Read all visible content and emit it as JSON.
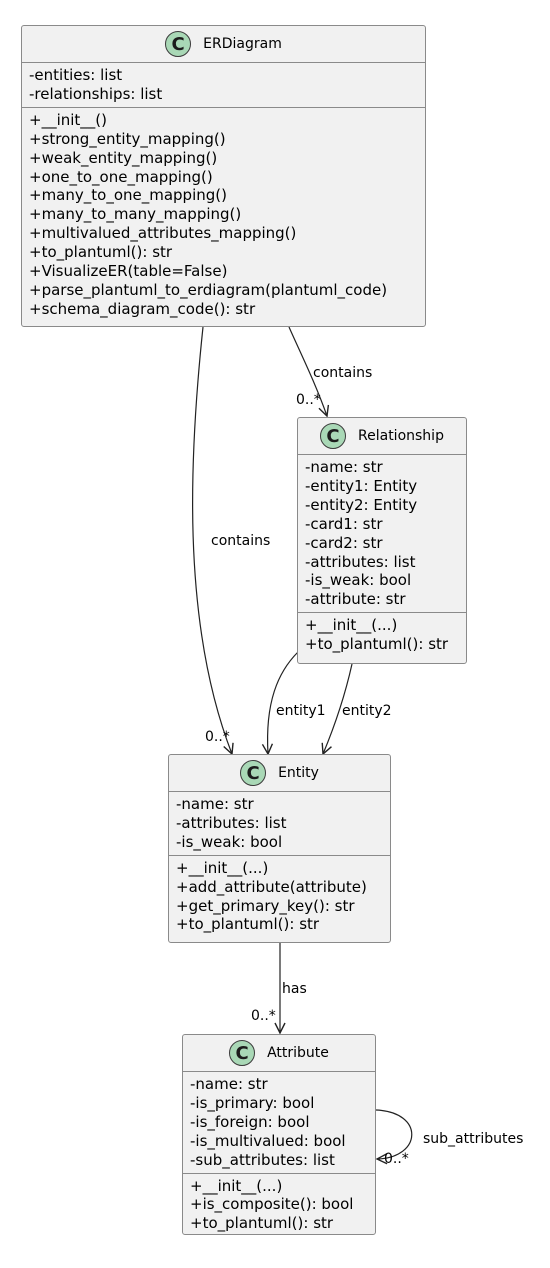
{
  "classes": {
    "erdiagram": {
      "name": "ERDiagram",
      "badge": "C",
      "attributes": [
        "-entities: list",
        "-relationships: list"
      ],
      "methods": [
        "+__init__()",
        "+strong_entity_mapping()",
        "+weak_entity_mapping()",
        "+one_to_one_mapping()",
        "+many_to_one_mapping()",
        "+many_to_many_mapping()",
        "+multivalued_attributes_mapping()",
        "+to_plantuml(): str",
        "+VisualizeER(table=False)",
        "+parse_plantuml_to_erdiagram(plantuml_code)",
        "+schema_diagram_code(): str"
      ]
    },
    "relationship": {
      "name": "Relationship",
      "badge": "C",
      "attributes": [
        "-name: str",
        "-entity1: Entity",
        "-entity2: Entity",
        "-card1: str",
        "-card2: str",
        "-attributes: list",
        "-is_weak: bool",
        "-attribute: str"
      ],
      "methods": [
        "+__init__(...)",
        "+to_plantuml(): str"
      ]
    },
    "entity": {
      "name": "Entity",
      "badge": "C",
      "attributes": [
        "-name: str",
        "-attributes: list",
        "-is_weak: bool"
      ],
      "methods": [
        "+__init__(...)",
        "+add_attribute(attribute)",
        "+get_primary_key(): str",
        "+to_plantuml(): str"
      ]
    },
    "attribute": {
      "name": "Attribute",
      "badge": "C",
      "attributes": [
        "-name: str",
        "-is_primary: bool",
        "-is_foreign: bool",
        "-is_multivalued: bool",
        "-sub_attributes: list"
      ],
      "methods": [
        "+__init__(...)",
        "+is_composite(): bool",
        "+to_plantuml(): str"
      ]
    }
  },
  "edges": {
    "er_rel": {
      "label": "contains",
      "multiplicity": "0..*"
    },
    "er_entity": {
      "label": "contains",
      "multiplicity": "0..*"
    },
    "rel_entity1": {
      "label": "entity1"
    },
    "rel_entity2": {
      "label": "entity2"
    },
    "entity_attr": {
      "label": "has",
      "multiplicity": "0..*"
    },
    "attr_self": {
      "label": "sub_attributes",
      "multiplicity": "0..*"
    }
  }
}
